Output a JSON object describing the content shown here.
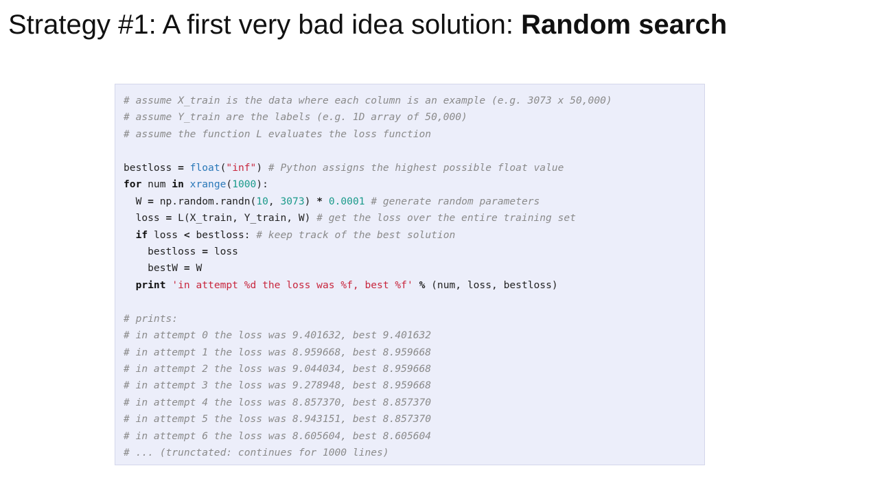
{
  "slide": {
    "title_prefix": "Strategy #1: A first very bad idea solution: ",
    "title_bold": "Random search"
  },
  "code": {
    "comment1": "# assume X_train is the data where each column is an example (e.g. 3073 x 50,000)",
    "comment2": "# assume Y_train are the labels (e.g. 1D array of 50,000)",
    "comment3": "# assume the function L evaluates the loss function",
    "l5_a": "bestloss ",
    "l5_eq": "=",
    "l5_sp": " ",
    "l5_fn": "float",
    "l5_p1": "(",
    "l5_str": "\"inf\"",
    "l5_p2": ") ",
    "l5_cm": "# Python assigns the highest possible float value",
    "l6_for": "for",
    "l6_a": " num ",
    "l6_in": "in",
    "l6_sp": " ",
    "l6_fn": "xrange",
    "l6_p1": "(",
    "l6_num": "1000",
    "l6_p2": "):",
    "l7_a": "  W ",
    "l7_eq": "=",
    "l7_b": " np.random.randn(",
    "l7_n1": "10",
    "l7_c": ", ",
    "l7_n2": "3073",
    "l7_d": ") ",
    "l7_op": "*",
    "l7_sp": " ",
    "l7_n3": "0.0001",
    "l7_sp2": " ",
    "l7_cm": "# generate random parameters",
    "l8_a": "  loss ",
    "l8_eq": "=",
    "l8_b": " L(X_train, Y_train, W) ",
    "l8_cm": "# get the loss over the entire training set",
    "l9_a": "  ",
    "l9_if": "if",
    "l9_b": " loss ",
    "l9_op": "<",
    "l9_c": " bestloss: ",
    "l9_cm": "# keep track of the best solution",
    "l10_a": "    bestloss ",
    "l10_eq": "=",
    "l10_b": " loss",
    "l11_a": "    bestW ",
    "l11_eq": "=",
    "l11_b": " W",
    "l12_a": "  ",
    "l12_print": "print",
    "l12_sp": " ",
    "l12_str": "'in attempt %d the loss was %f, best %f'",
    "l12_sp2": " ",
    "l12_op": "%",
    "l12_b": " (num, loss, bestloss)",
    "out0": "# prints:",
    "out1": "# in attempt 0 the loss was 9.401632, best 9.401632",
    "out2": "# in attempt 1 the loss was 8.959668, best 8.959668",
    "out3": "# in attempt 2 the loss was 9.044034, best 8.959668",
    "out4": "# in attempt 3 the loss was 9.278948, best 8.959668",
    "out5": "# in attempt 4 the loss was 8.857370, best 8.857370",
    "out6": "# in attempt 5 the loss was 8.943151, best 8.857370",
    "out7": "# in attempt 6 the loss was 8.605604, best 8.605604",
    "out8": "# ... (trunctated: continues for 1000 lines)"
  }
}
